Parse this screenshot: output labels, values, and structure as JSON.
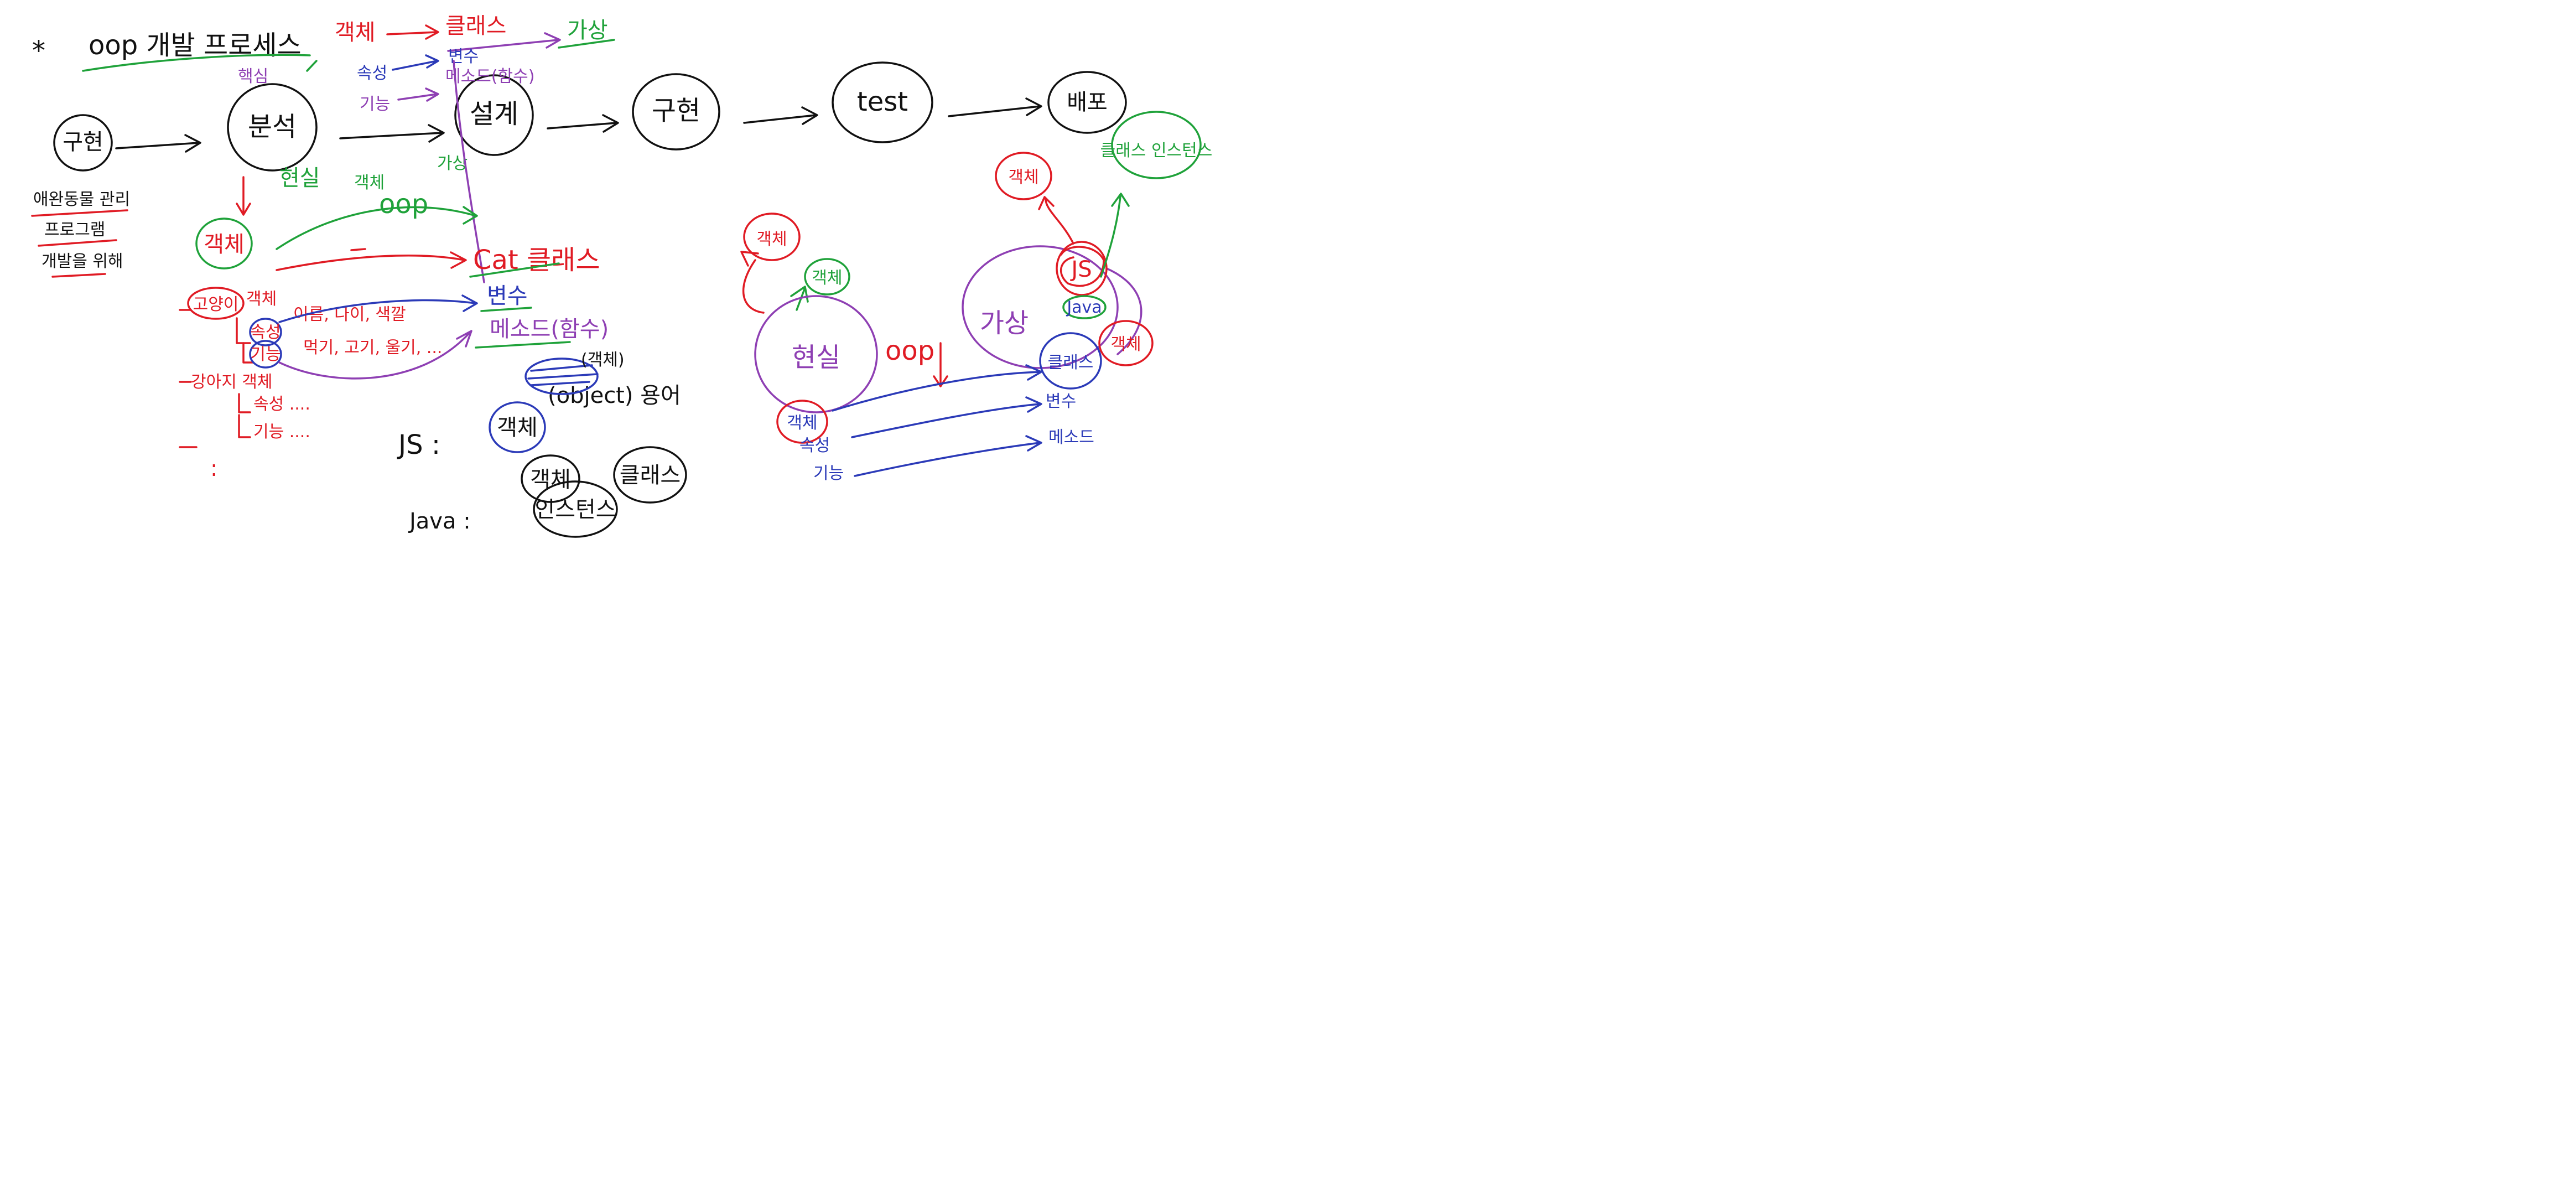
{
  "title": {
    "star": "*",
    "text": "oop 개발 프로세스"
  },
  "process": {
    "steps": [
      "구현",
      "분석",
      "설계",
      "구현",
      "test",
      "배포"
    ],
    "note_lines": [
      "애완동물 관리",
      "프로그램",
      "개발을 위해"
    ]
  },
  "mapping_top": {
    "obj": "객체",
    "cls": "클래스",
    "virtual": "가상",
    "attr": "속성",
    "var": "변수",
    "func": "기능",
    "method": "메소드(함수)",
    "core": "핵심",
    "virtual_small": "가상"
  },
  "analysis": {
    "reality": "현실",
    "oop_ok": "oop",
    "drawing": "객체",
    "cat_class": "Cat 클래스",
    "var": "변수",
    "method": "메소드(함수)",
    "cat": "고양이",
    "cat_obj": "객체",
    "cat_attr": "속성",
    "cat_attr_vals": "이름, 나이, 색깔",
    "cat_func": "기능",
    "cat_func_vals": "먹기, 고기, 울기, ...",
    "dog": "강아지 객체",
    "dog_attr": "속성 ....",
    "dog_func": "기능 ....",
    "dots": ":"
  },
  "languages": {
    "js_label": "JS :",
    "js_obj": "객체",
    "js_obj_paren": "(object) 용어",
    "java_label": "Java :",
    "java_obj": "객체",
    "java_cls": "클래스",
    "java_inst": "인스턴스",
    "scribble": "(객체)"
  },
  "right_diagram": {
    "obj1": "객체",
    "obj2": "객체",
    "reality": "현실",
    "oop": "oop",
    "virtual": "가상",
    "js": "JS",
    "java": "Java",
    "class_b": "클래스",
    "obj3": "객체",
    "obj4": "객체",
    "cls_inst": "클래스 인스턴스",
    "obj_in": "객체",
    "attr": "속성",
    "func": "기능",
    "var": "변수",
    "method": "메소드"
  }
}
